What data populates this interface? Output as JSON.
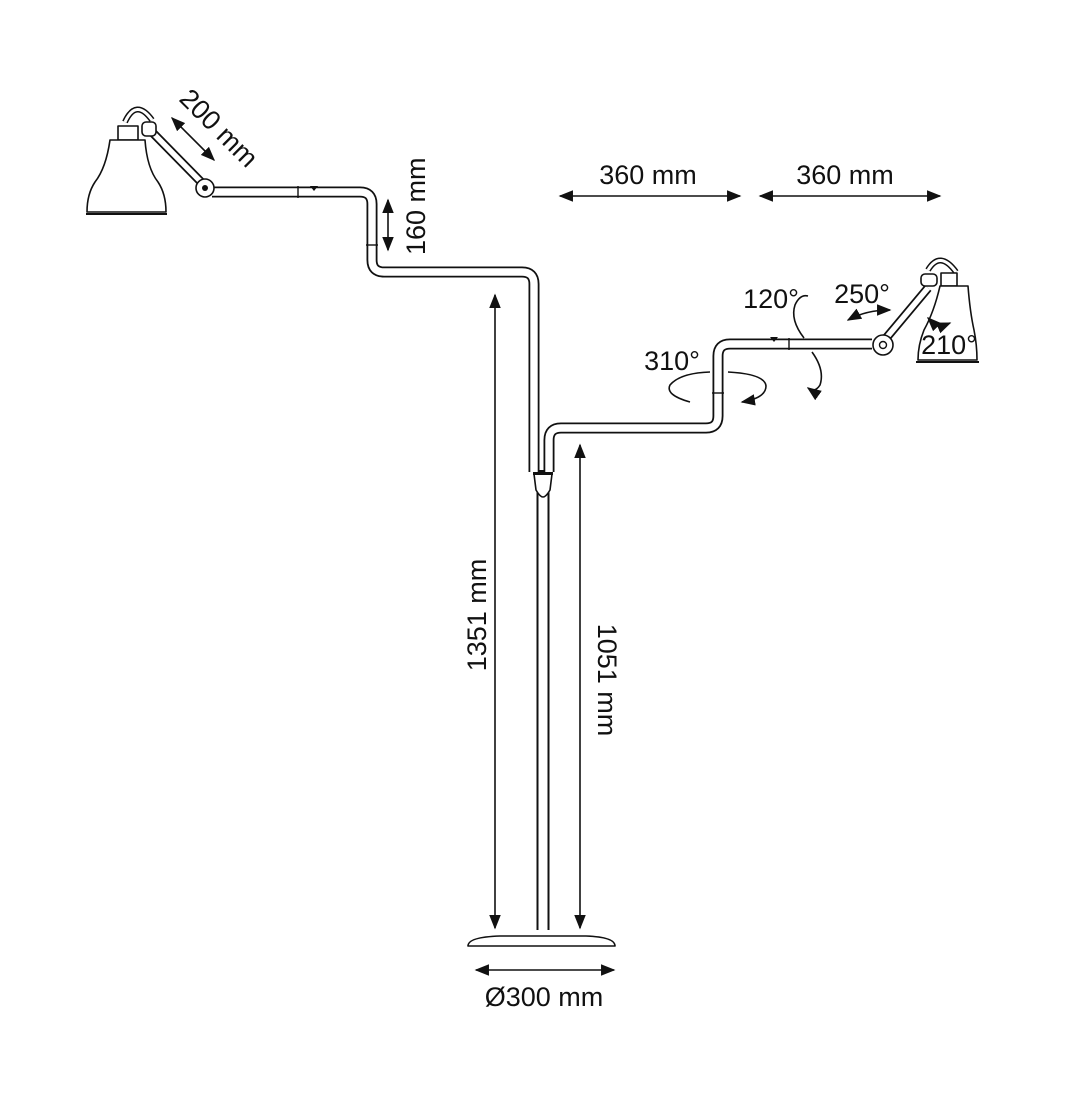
{
  "diagram": {
    "dimensions": {
      "arm_length": "200 mm",
      "arm_offset": "160 mm",
      "reach_1": "360 mm",
      "reach_2": "360 mm",
      "total_height": "1351 mm",
      "stand_height": "1051 mm",
      "base_diameter": "Ø300 mm"
    },
    "rotations": {
      "vertical_axis": "310°",
      "arm_axis": "120°",
      "elbow": "250°",
      "shade": "210°"
    },
    "colors": {
      "line": "#111111",
      "background": "#ffffff"
    }
  }
}
